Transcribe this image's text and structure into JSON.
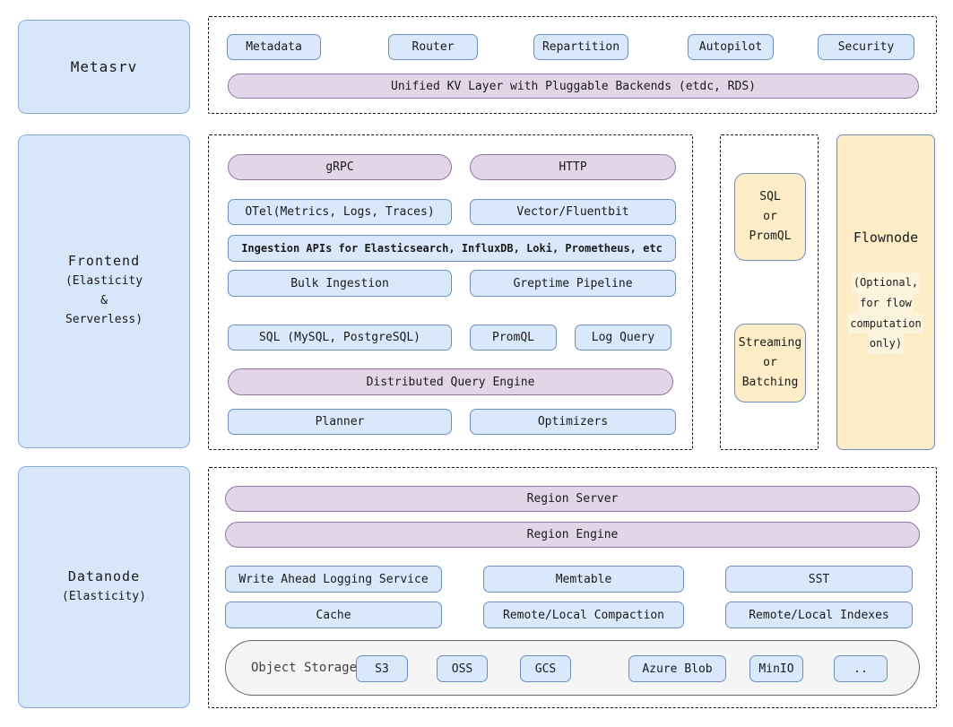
{
  "colors": {
    "blue_fill": "#dae8fc",
    "blue_border": "#6c8ebf",
    "side_fill": "#d8e6fa",
    "purple_fill": "#e1d5e7",
    "purple_border": "#9673a6",
    "yellow_fill": "#fcedc6",
    "storage_fill": "#f5f5f5",
    "storage_border": "#666666"
  },
  "metasrv": {
    "title": "Metasrv",
    "chips": [
      "Metadata",
      "Router",
      "Repartition",
      "Autopilot",
      "Security"
    ],
    "kv_bar": "Unified KV Layer with Pluggable Backends (etdc, RDS)"
  },
  "frontend": {
    "title": "Frontend",
    "subtitle_lines": [
      "(Elasticity",
      "&",
      "Serverless)"
    ],
    "grpc": "gRPC",
    "http": "HTTP",
    "otel": "OTel(Metrics, Logs, Traces)",
    "vector": "Vector/Fluentbit",
    "ingestion_apis": "Ingestion APIs for Elasticsearch, InfluxDB, Loki, Prometheus, etc",
    "bulk_ingestion": "Bulk Ingestion",
    "greptime_pipeline": "Greptime Pipeline",
    "sql": "SQL (MySQL, PostgreSQL)",
    "promql": "PromQL",
    "log_query": "Log Query",
    "query_engine": "Distributed Query Engine",
    "planner": "Planner",
    "optimizers": "Optimizers"
  },
  "bridge": {
    "top_lines": [
      "SQL",
      "or",
      "PromQL"
    ],
    "bottom_lines": [
      "Streaming",
      "or",
      "Batching"
    ]
  },
  "flownode": {
    "title": "Flownode",
    "subtitle_lines": [
      "(Optional,",
      "for flow",
      "computation",
      "only)"
    ]
  },
  "datanode": {
    "title": "Datanode",
    "subtitle": "(Elasticity)",
    "region_server": "Region Server",
    "region_engine": "Region Engine",
    "row1": [
      "Write Ahead Logging Service",
      "Memtable",
      "SST"
    ],
    "row2": [
      "Cache",
      "Remote/Local Compaction",
      "Remote/Local Indexes"
    ],
    "object_storage": {
      "label": "Object Storage",
      "chips": [
        "S3",
        "OSS",
        "GCS",
        "Azure Blob",
        "MinIO",
        ".."
      ]
    }
  }
}
